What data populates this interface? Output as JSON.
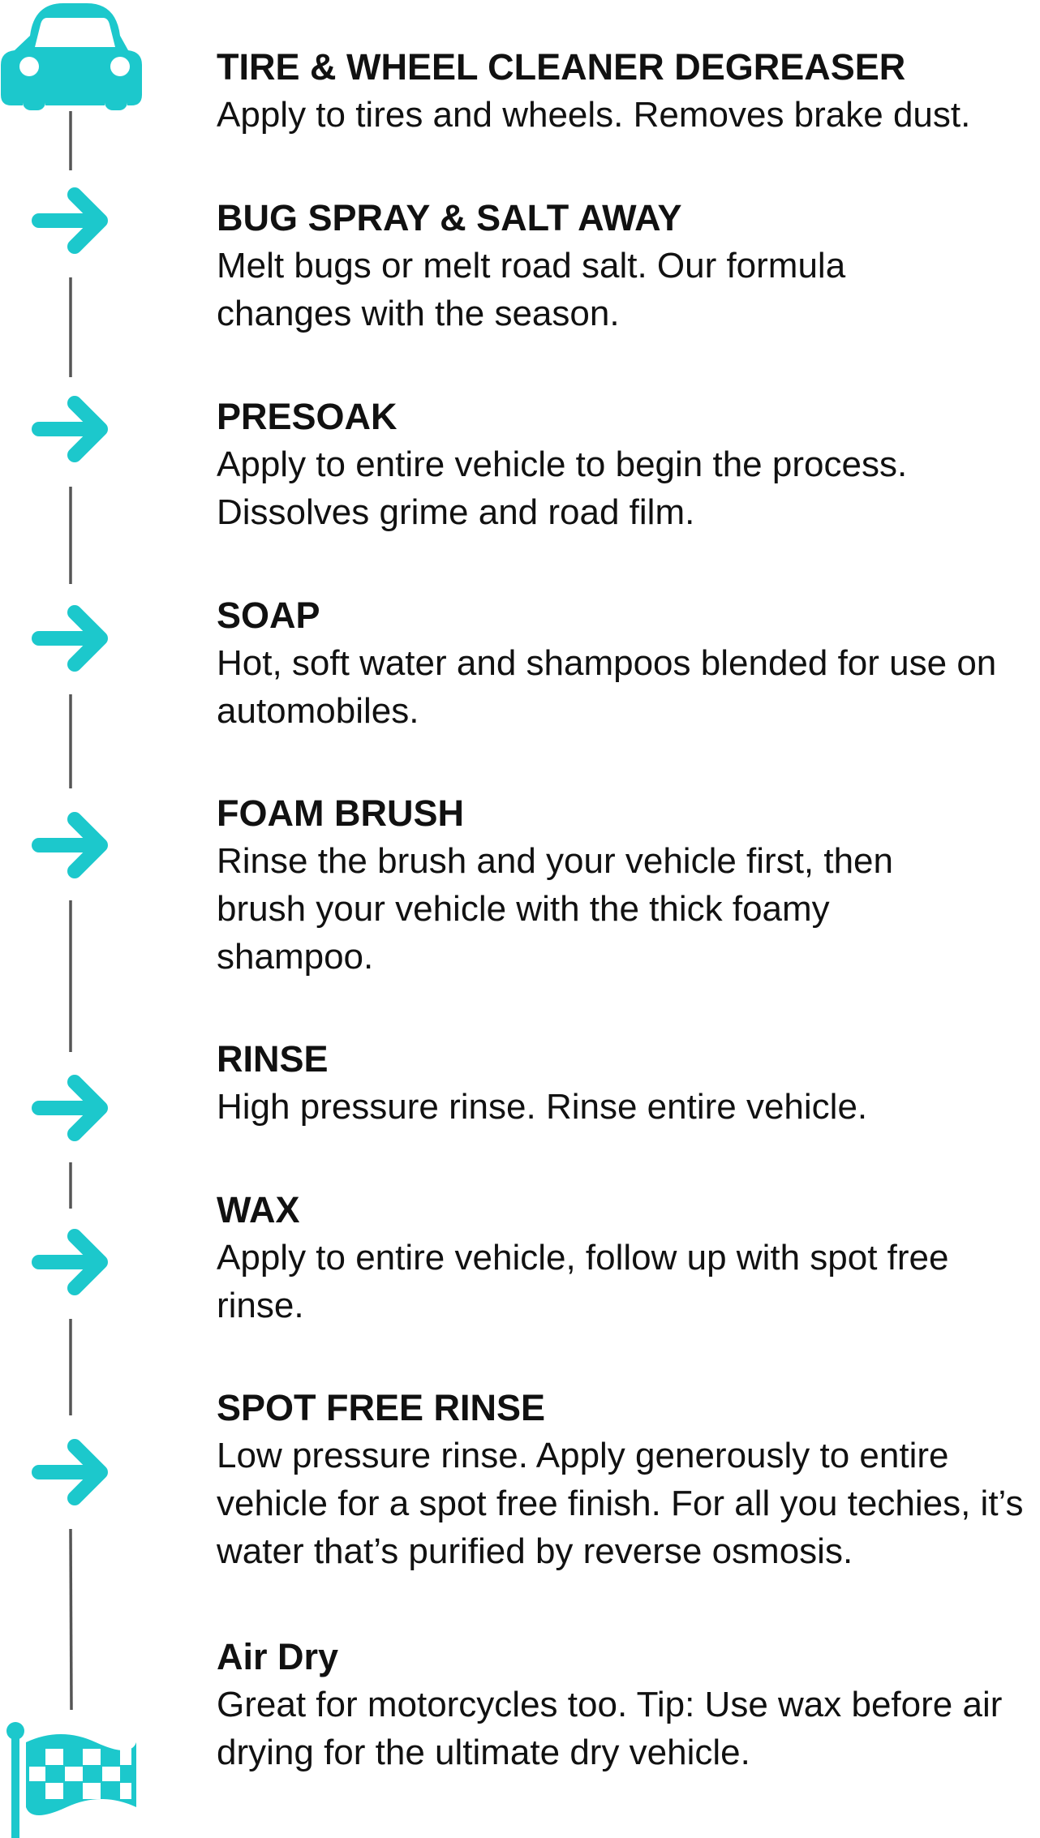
{
  "accent_color": "#1cc8cc",
  "line_color": "#555555",
  "start_icon": "car-icon",
  "step_icon": "arrow-right-icon",
  "end_icon": "checkered-flag-icon",
  "steps": [
    {
      "title": "TIRE & WHEEL CLEANER DEGREASER",
      "description": "Apply to tires and wheels. Removes brake dust."
    },
    {
      "title": "BUG SPRAY & SALT AWAY",
      "description": "Melt bugs or melt road salt. Our formula changes with the season."
    },
    {
      "title": "PRESOAK",
      "description": "Apply to entire vehicle to begin the process. Dissolves grime and road film."
    },
    {
      "title": "SOAP",
      "description": "Hot, soft water and shampoos blended for use on automobiles."
    },
    {
      "title": "FOAM BRUSH",
      "description": "Rinse the brush and your vehicle first, then brush your vehicle with the thick foamy shampoo."
    },
    {
      "title": "RINSE",
      "description": "High pressure rinse. Rinse entire vehicle."
    },
    {
      "title": "WAX",
      "description": "Apply to entire vehicle, follow up with spot free rinse."
    },
    {
      "title": "SPOT FREE RINSE",
      "description": "Low pressure rinse. Apply generously to entire vehicle for a spot free finish. For all you techies, it’s water that’s purified by reverse osmosis."
    },
    {
      "title": "Air Dry",
      "description": "Great for motorcycles too. Tip: Use wax before air drying for the ultimate dry vehicle."
    }
  ]
}
